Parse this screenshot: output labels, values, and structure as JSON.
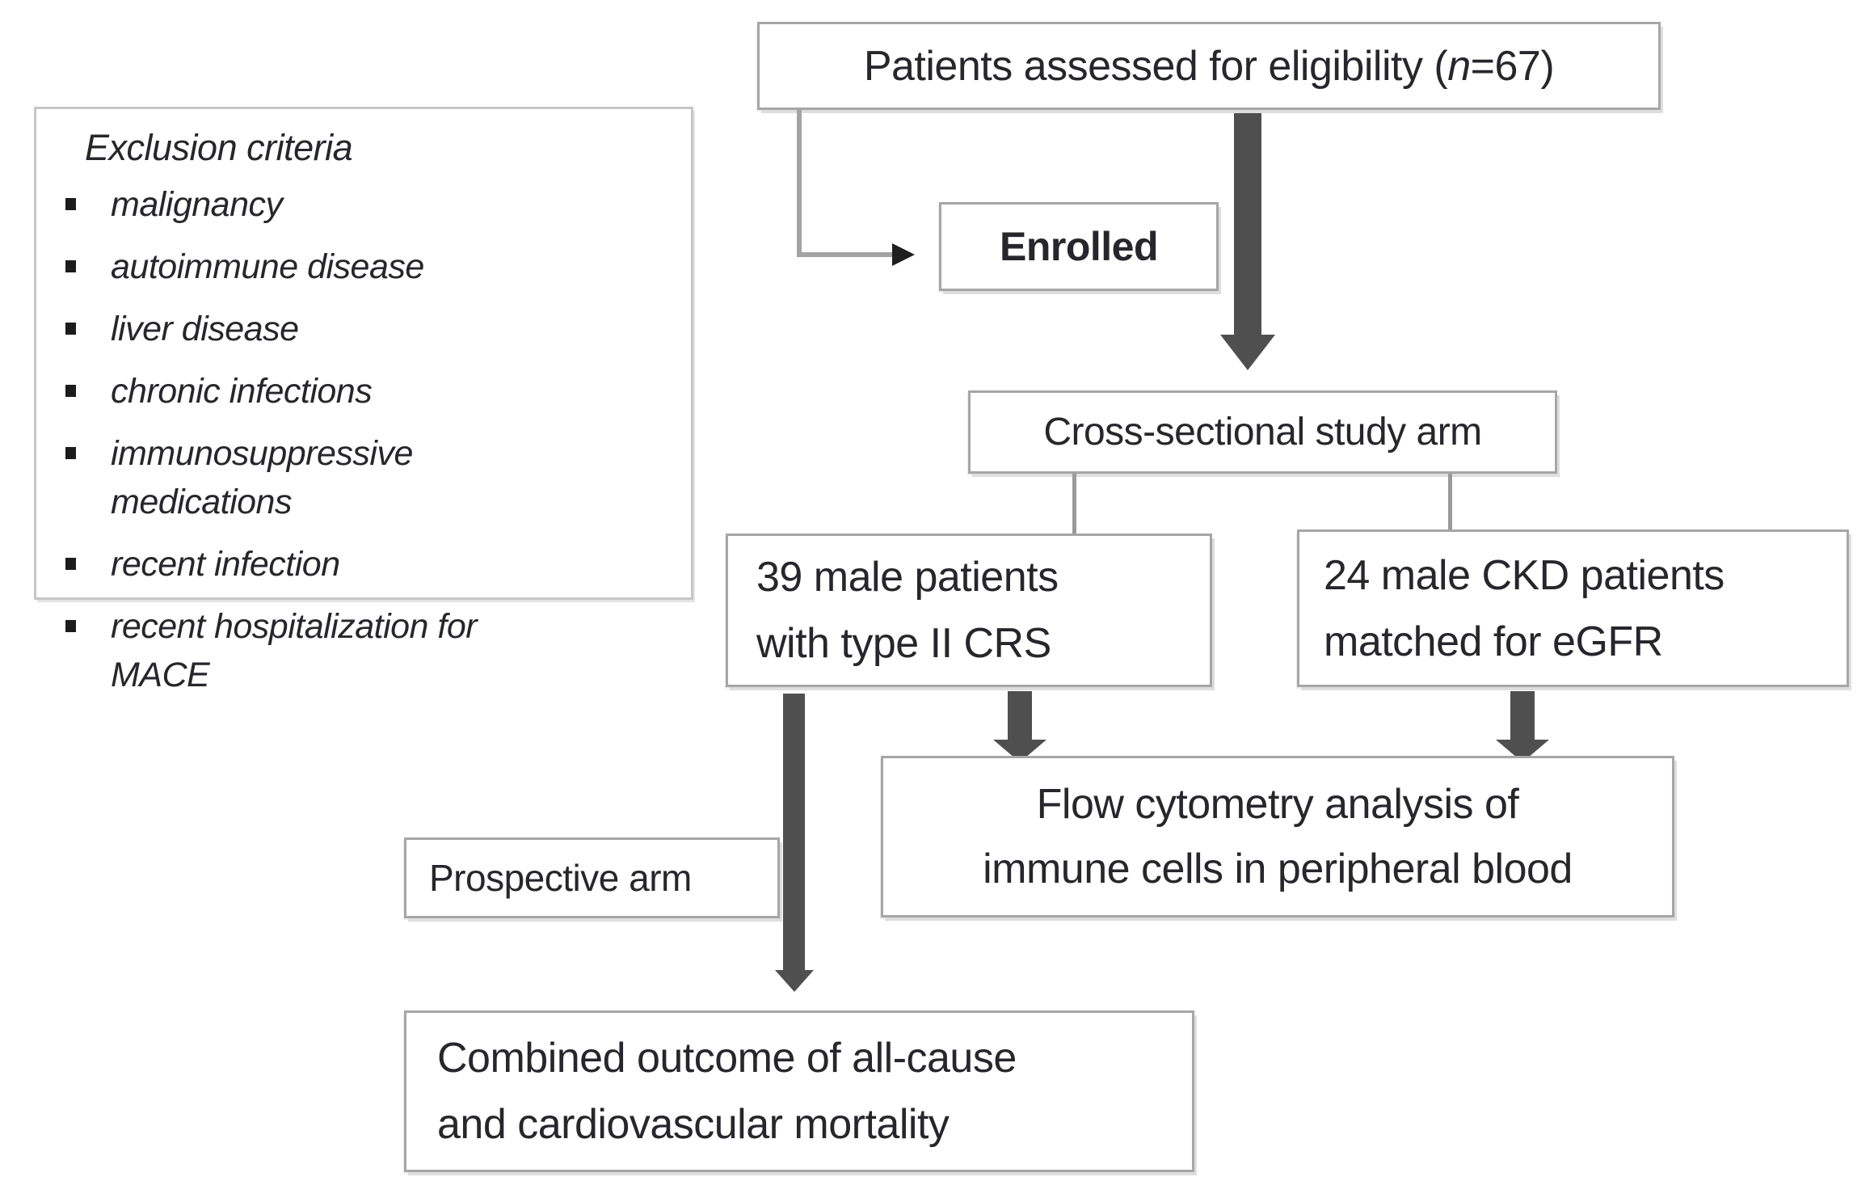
{
  "colors": {
    "background": "#ffffff",
    "box_border": "#a6a6a6",
    "exclusion_border": "#c6c6c6",
    "text": "#26262c",
    "thick_arrow": "#4f4f4f",
    "thin_line": "#a3a3a3",
    "small_arrowhead": "#1f1f1f"
  },
  "boxes": {
    "eligibility": {
      "text_pre": "Patients assessed for eligibility (",
      "n_variable": "n",
      "text_post": "=67)"
    },
    "exclusion": {
      "title": "Exclusion criteria",
      "items": [
        "malignancy",
        "autoimmune disease",
        "liver disease",
        "chronic infections",
        "immunosuppressive medications",
        "recent infection",
        "recent hospitalization for MACE"
      ]
    },
    "enrolled": {
      "label": "Enrolled"
    },
    "cross_sectional": {
      "label": "Cross-sectional study arm"
    },
    "crs_patients": {
      "line1": "39 male patients",
      "line2": "with type II CRS"
    },
    "ckd_patients": {
      "line1": "24 male CKD patients",
      "line2": "matched for eGFR"
    },
    "flow_cytometry": {
      "line1": "Flow cytometry analysis of",
      "line2": "immune cells in peripheral blood"
    },
    "prospective": {
      "label": "Prospective arm"
    },
    "combined_outcome": {
      "line1": "Combined outcome of all-cause",
      "line2": "and cardiovascular mortality"
    }
  }
}
